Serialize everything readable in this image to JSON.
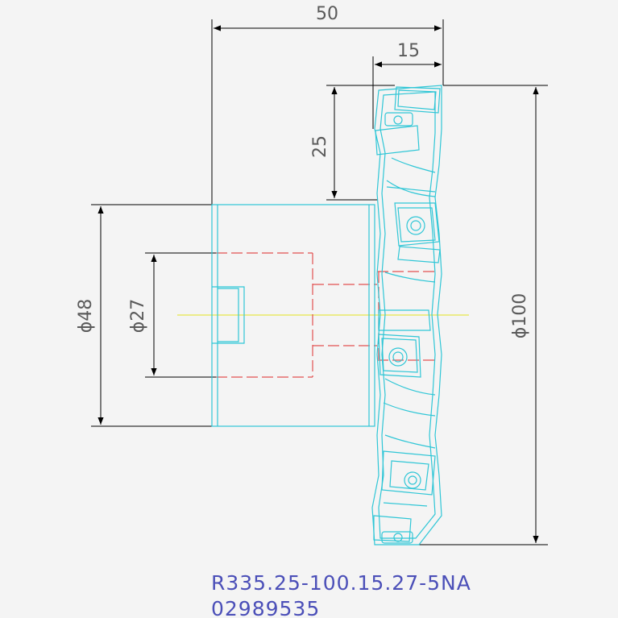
{
  "dimensions": {
    "overall_length": "50",
    "cutter_width": "15",
    "offset": "25",
    "shank_diameter": "ϕ48",
    "bore_diameter": "ϕ27",
    "cutter_diameter": "ϕ100"
  },
  "part": {
    "designation": "R335.25-100.15.27-5NA",
    "item_number": "02989535"
  },
  "colors": {
    "background": "#f4f4f4",
    "outline": "#2fc6d6",
    "hidden_line": "#e25050",
    "center_line": "#e8e84a",
    "dimension": "#000000",
    "label": "#4b4fb8"
  }
}
